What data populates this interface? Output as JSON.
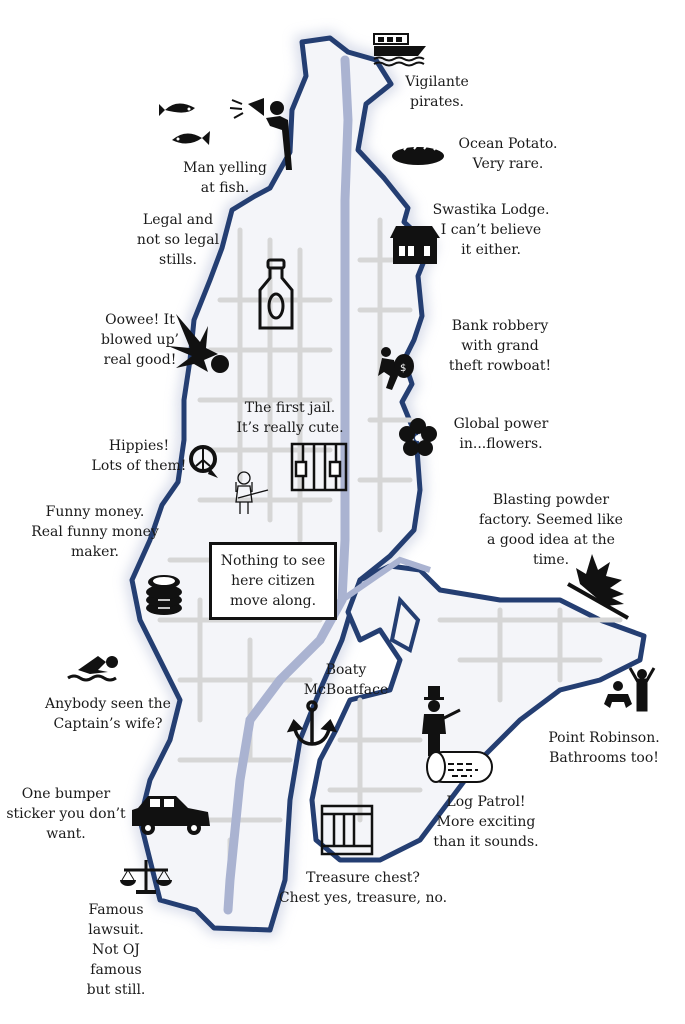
{
  "map": {
    "colors": {
      "outline": "#243e72",
      "highway": "#aab3d1",
      "roads": "#d4d4d4",
      "land": "#f2f3f7",
      "icon": "#111111"
    },
    "notice_box": "Nothing to see\nhere citizen\nmove along.",
    "annotations": [
      {
        "id": "vigilante",
        "icon": "ferry-boat-icon",
        "text": "Vigilante\npirates."
      },
      {
        "id": "ocean-potato",
        "icon": "bread-loaf-icon",
        "text": "Ocean Potato.\nVery rare."
      },
      {
        "id": "man-yelling",
        "icon": "man-megaphone-fish-icon",
        "text": "Man yelling\nat fish."
      },
      {
        "id": "stills",
        "icon": "bottle-icon",
        "text": "Legal and\nnot so legal\nstills."
      },
      {
        "id": "swastika-lodge",
        "icon": "house-icon",
        "text": "Swastika Lodge.\nI can’t believe\nit either."
      },
      {
        "id": "oowee",
        "icon": "explosion-icon",
        "text": "Oowee! It\nblowed up’\nreal good!"
      },
      {
        "id": "bank-robbery",
        "icon": "robber-money-bag-icon",
        "text": "Bank robbery\nwith grand\ntheft rowboat!"
      },
      {
        "id": "first-jail",
        "icon": "jail-bars-icon",
        "text": "The first jail.\nIt’s really cute."
      },
      {
        "id": "global-power",
        "icon": "flower-icon",
        "text": "Global power\nin...flowers."
      },
      {
        "id": "hippies",
        "icon": "peace-sign-hippie-icon",
        "text": "Hippies!\nLots of them!"
      },
      {
        "id": "funny-money",
        "icon": "coin-stack-icon",
        "text": "Funny money.\nReal funny money\nmaker."
      },
      {
        "id": "blasting-powder",
        "icon": "blast-icon",
        "text": "Blasting powder\nfactory. Seemed like\na good idea at the\ntime."
      },
      {
        "id": "captains-wife",
        "icon": "swimmer-icon",
        "text": "Anybody seen the\nCaptain’s wife?"
      },
      {
        "id": "boaty",
        "icon": "anchor-icon",
        "text": "Boaty\nMcBoatface"
      },
      {
        "id": "point-robinson",
        "icon": "people-icon",
        "text": "Point Robinson.\nBathrooms too!"
      },
      {
        "id": "log-patrol",
        "icon": "pilgrim-log-icon",
        "text": "Log Patrol!\nMore exciting\nthan it sounds."
      },
      {
        "id": "bumper-sticker",
        "icon": "car-icon",
        "text": "One bumper\nsticker you don’t\nwant."
      },
      {
        "id": "treasure-chest",
        "icon": "crate-icon",
        "text": "Treasure chest?\nChest yes, treasure, no."
      },
      {
        "id": "lawsuit",
        "icon": "scales-icon",
        "text": "Famous\nlawsuit.\nNot OJ\nfamous\nbut still."
      }
    ]
  }
}
